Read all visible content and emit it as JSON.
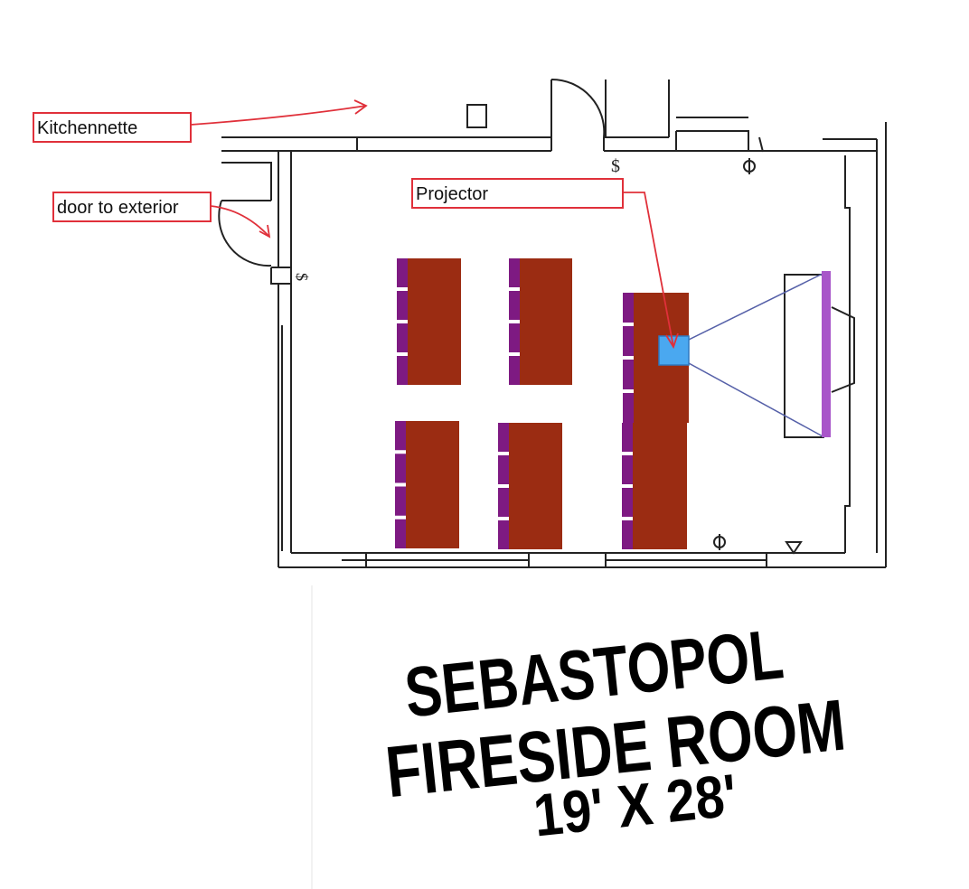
{
  "labels": {
    "kitchennette": "Kitchennette",
    "door": "door to exterior",
    "projector": "Projector"
  },
  "title": {
    "line1": "SEBASTOPOL",
    "line2": "FIRESIDE ROOM",
    "line3": "19' X 28'"
  },
  "symbols": {
    "switch": "$"
  },
  "colors": {
    "table": "#9B2C12",
    "chair": "#7E1A82",
    "projector": "#4AA8F0",
    "screen": "#A855C9",
    "annotation": "#E0303A",
    "beam": "#5560A8"
  }
}
